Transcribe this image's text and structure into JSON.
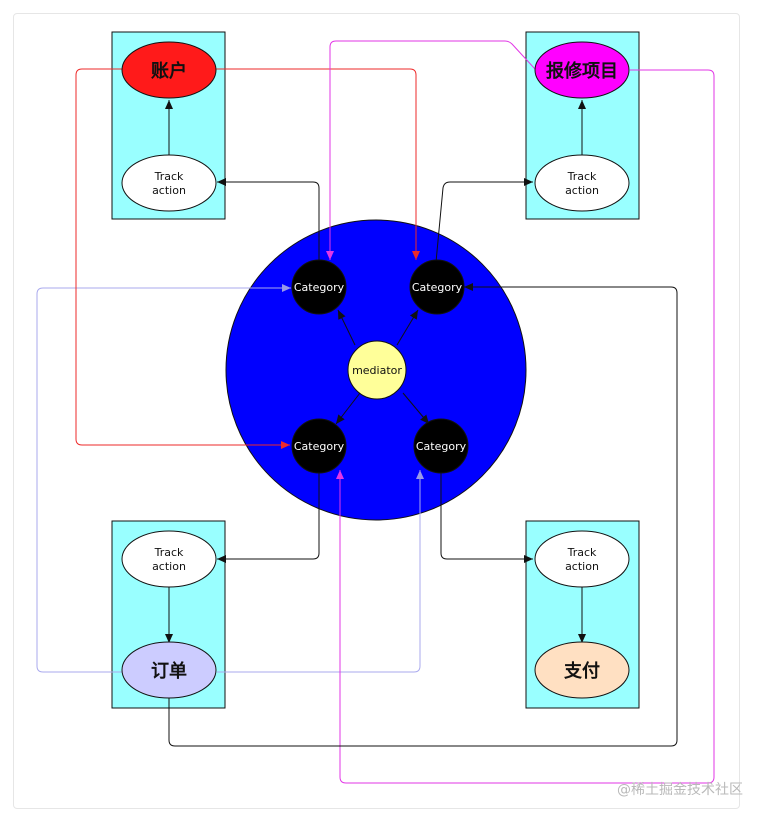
{
  "modules": {
    "account": {
      "label": "账户",
      "color": "#ff1a1a"
    },
    "repair": {
      "label": "报修项目",
      "color": "#ff00ff"
    },
    "order": {
      "label": "订单",
      "color": "#ccccff"
    },
    "payment": {
      "label": "支付",
      "color": "#ffe0c2"
    }
  },
  "track_action": {
    "line1": "Track",
    "line2": "action"
  },
  "category_label": "Category",
  "mediator_label": "mediator",
  "colors": {
    "hub": "#0000ff",
    "panel": "#99ffff",
    "mediator": "#ffff99",
    "category": "#000000",
    "red_link": "#ee2a2a",
    "magenta_link": "#e236e6",
    "lavender_link": "#aaaaee"
  },
  "watermark": "@稀土掘金技术社区"
}
